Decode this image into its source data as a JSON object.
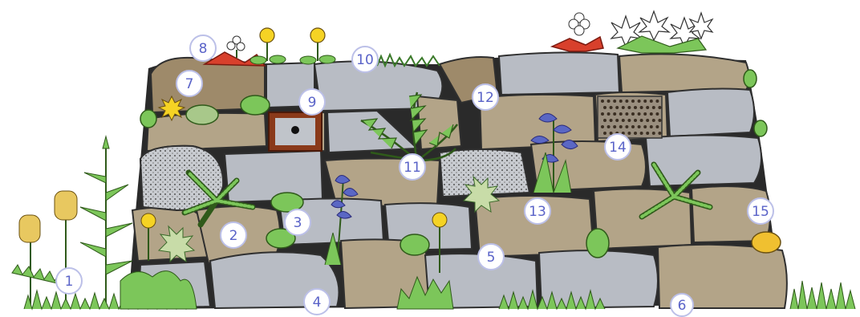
{
  "diagram": {
    "type": "dry-stone-wall-habitat",
    "markers": [
      "1",
      "2",
      "3",
      "4",
      "5",
      "6",
      "7",
      "8",
      "9",
      "10",
      "11",
      "12",
      "13",
      "14",
      "15"
    ]
  },
  "colors": {
    "stone_grey": "#b8bcc4",
    "stone_tan": "#b3a488",
    "stone_brown": "#9e8a6a",
    "mortar_dark": "#222222",
    "leaf_green": "#7cc65a",
    "moss_dark": "#3b7a2a",
    "flower_yellow": "#f5d324",
    "flower_blue": "#5a67c4",
    "flower_red": "#d8402c",
    "marker_text": "#5a63c8"
  }
}
